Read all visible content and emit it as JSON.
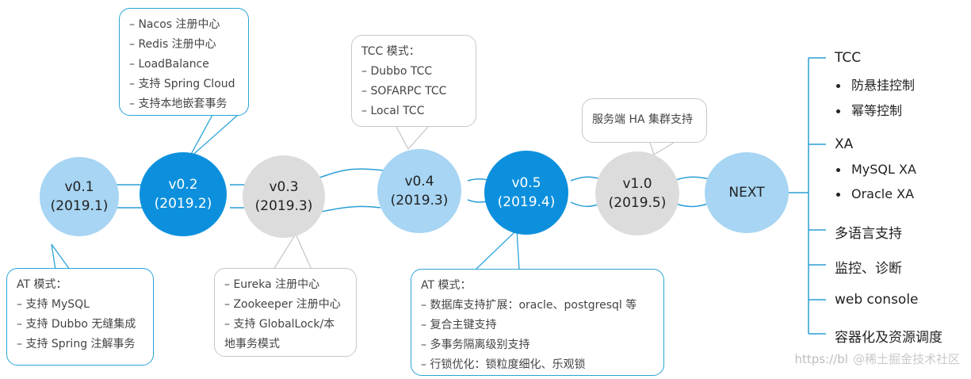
{
  "nodes": [
    {
      "id": "v01",
      "line1": "v0.1",
      "line2": "(2019.1)"
    },
    {
      "id": "v02",
      "line1": "v0.2",
      "line2": "(2019.2)"
    },
    {
      "id": "v03",
      "line1": "v0.3",
      "line2": "(2019.3)"
    },
    {
      "id": "v04",
      "line1": "v0.4",
      "line2": "(2019.3)"
    },
    {
      "id": "v05",
      "line1": "v0.5",
      "line2": "(2019.4)"
    },
    {
      "id": "v10",
      "line1": "v1.0",
      "line2": "(2019.5)"
    },
    {
      "id": "next",
      "line1": "NEXT",
      "line2": ""
    }
  ],
  "boxes": {
    "v01": [
      "AT 模式：",
      "– 支持 MySQL",
      "– 支持 Dubbo 无缝集成",
      "– 支持 Spring 注解事务"
    ],
    "v02": [
      "– Nacos 注册中心",
      "– Redis 注册中心",
      "– LoadBalance",
      "– 支持 Spring Cloud",
      "– 支持本地嵌套事务"
    ],
    "v03": [
      "– Eureka 注册中心",
      "– Zookeeper 注册中心",
      "– 支持 GlobalLock/本",
      "地事务模式"
    ],
    "v04": [
      "TCC 模式：",
      "– Dubbo TCC",
      "– SOFARPC TCC",
      "– Local TCC"
    ],
    "v05": [
      "AT 模式：",
      "– 数据库支持扩展：oracle、postgresql 等",
      "– 复合主键支持",
      "– 多事务隔离级别支持",
      "– 行锁优化：锁粒度细化、乐观锁"
    ],
    "v10": [
      "服务端 HA 集群支持"
    ]
  },
  "next_list": {
    "tcc": "TCC",
    "tcc_items": [
      "防悬挂控制",
      "幂等控制"
    ],
    "xa": "XA",
    "xa_items": [
      "MySQL XA",
      "Oracle XA"
    ],
    "multi_lang": "多语言支持",
    "monitor": "监控、诊断",
    "web_console": "web console",
    "container": "容器化及资源调度"
  },
  "watermark": {
    "site": "https://bl",
    "brand": "@稀土掘金技术社区"
  },
  "colors": {
    "light_blue": "#a7d5f3",
    "blue": "#0c90dd",
    "gray": "#dcdcdc",
    "teal_border": "#2aa3d8",
    "line": "#2aa3d8"
  }
}
